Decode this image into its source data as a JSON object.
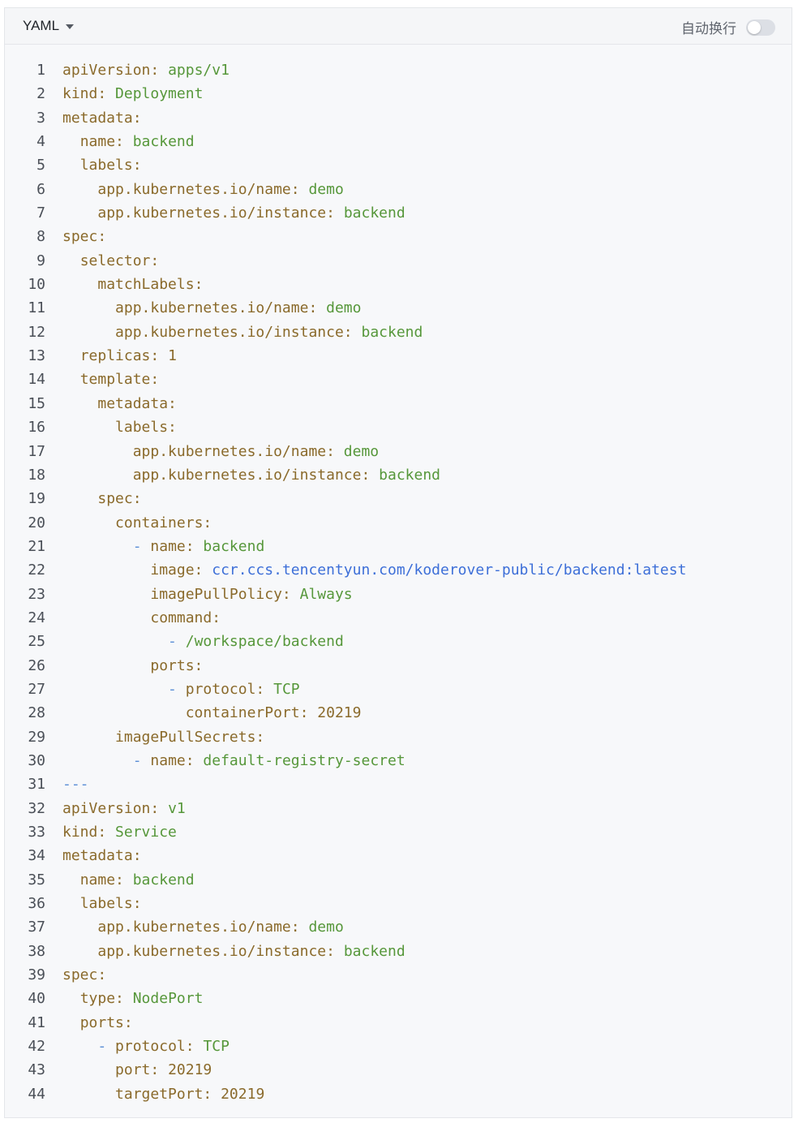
{
  "header": {
    "language": "YAML",
    "wrap_label": "自动换行",
    "wrap_enabled": false
  },
  "lines": [
    {
      "indent": 0,
      "dash": false,
      "key": "apiVersion",
      "value": "apps/v1"
    },
    {
      "indent": 0,
      "dash": false,
      "key": "kind",
      "value": "Deployment"
    },
    {
      "indent": 0,
      "dash": false,
      "key": "metadata",
      "value": ""
    },
    {
      "indent": 2,
      "dash": false,
      "key": "name",
      "value": "backend"
    },
    {
      "indent": 2,
      "dash": false,
      "key": "labels",
      "value": ""
    },
    {
      "indent": 4,
      "dash": false,
      "key": "app.kubernetes.io/name",
      "value": "demo"
    },
    {
      "indent": 4,
      "dash": false,
      "key": "app.kubernetes.io/instance",
      "value": "backend"
    },
    {
      "indent": 0,
      "dash": false,
      "key": "spec",
      "value": ""
    },
    {
      "indent": 2,
      "dash": false,
      "key": "selector",
      "value": ""
    },
    {
      "indent": 4,
      "dash": false,
      "key": "matchLabels",
      "value": ""
    },
    {
      "indent": 6,
      "dash": false,
      "key": "app.kubernetes.io/name",
      "value": "demo"
    },
    {
      "indent": 6,
      "dash": false,
      "key": "app.kubernetes.io/instance",
      "value": "backend"
    },
    {
      "indent": 2,
      "dash": false,
      "key": "replicas",
      "value": "1",
      "num": true
    },
    {
      "indent": 2,
      "dash": false,
      "key": "template",
      "value": ""
    },
    {
      "indent": 4,
      "dash": false,
      "key": "metadata",
      "value": ""
    },
    {
      "indent": 6,
      "dash": false,
      "key": "labels",
      "value": ""
    },
    {
      "indent": 8,
      "dash": false,
      "key": "app.kubernetes.io/name",
      "value": "demo"
    },
    {
      "indent": 8,
      "dash": false,
      "key": "app.kubernetes.io/instance",
      "value": "backend"
    },
    {
      "indent": 4,
      "dash": false,
      "key": "spec",
      "value": ""
    },
    {
      "indent": 6,
      "dash": false,
      "key": "containers",
      "value": ""
    },
    {
      "indent": 8,
      "dash": true,
      "key": "name",
      "value": "backend"
    },
    {
      "indent": 10,
      "dash": false,
      "key": "image",
      "value": "ccr.ccs.tencentyun.com/koderover-public/backend:latest",
      "url": true
    },
    {
      "indent": 10,
      "dash": false,
      "key": "imagePullPolicy",
      "value": "Always"
    },
    {
      "indent": 10,
      "dash": false,
      "key": "command",
      "value": ""
    },
    {
      "indent": 12,
      "dash": true,
      "key": "",
      "value": "/workspace/backend"
    },
    {
      "indent": 10,
      "dash": false,
      "key": "ports",
      "value": ""
    },
    {
      "indent": 12,
      "dash": true,
      "key": "protocol",
      "value": "TCP"
    },
    {
      "indent": 14,
      "dash": false,
      "key": "containerPort",
      "value": "20219",
      "num": true
    },
    {
      "indent": 6,
      "dash": false,
      "key": "imagePullSecrets",
      "value": ""
    },
    {
      "indent": 8,
      "dash": true,
      "key": "name",
      "value": "default-registry-secret"
    },
    {
      "indent": 0,
      "dash": false,
      "key": "",
      "value": "",
      "separator": "---"
    },
    {
      "indent": 0,
      "dash": false,
      "key": "apiVersion",
      "value": "v1"
    },
    {
      "indent": 0,
      "dash": false,
      "key": "kind",
      "value": "Service"
    },
    {
      "indent": 0,
      "dash": false,
      "key": "metadata",
      "value": ""
    },
    {
      "indent": 2,
      "dash": false,
      "key": "name",
      "value": "backend"
    },
    {
      "indent": 2,
      "dash": false,
      "key": "labels",
      "value": ""
    },
    {
      "indent": 4,
      "dash": false,
      "key": "app.kubernetes.io/name",
      "value": "demo"
    },
    {
      "indent": 4,
      "dash": false,
      "key": "app.kubernetes.io/instance",
      "value": "backend"
    },
    {
      "indent": 0,
      "dash": false,
      "key": "spec",
      "value": ""
    },
    {
      "indent": 2,
      "dash": false,
      "key": "type",
      "value": "NodePort"
    },
    {
      "indent": 2,
      "dash": false,
      "key": "ports",
      "value": ""
    },
    {
      "indent": 4,
      "dash": true,
      "key": "protocol",
      "value": "TCP"
    },
    {
      "indent": 6,
      "dash": false,
      "key": "port",
      "value": "20219",
      "num": true
    },
    {
      "indent": 6,
      "dash": false,
      "key": "targetPort",
      "value": "20219",
      "num": true
    }
  ]
}
